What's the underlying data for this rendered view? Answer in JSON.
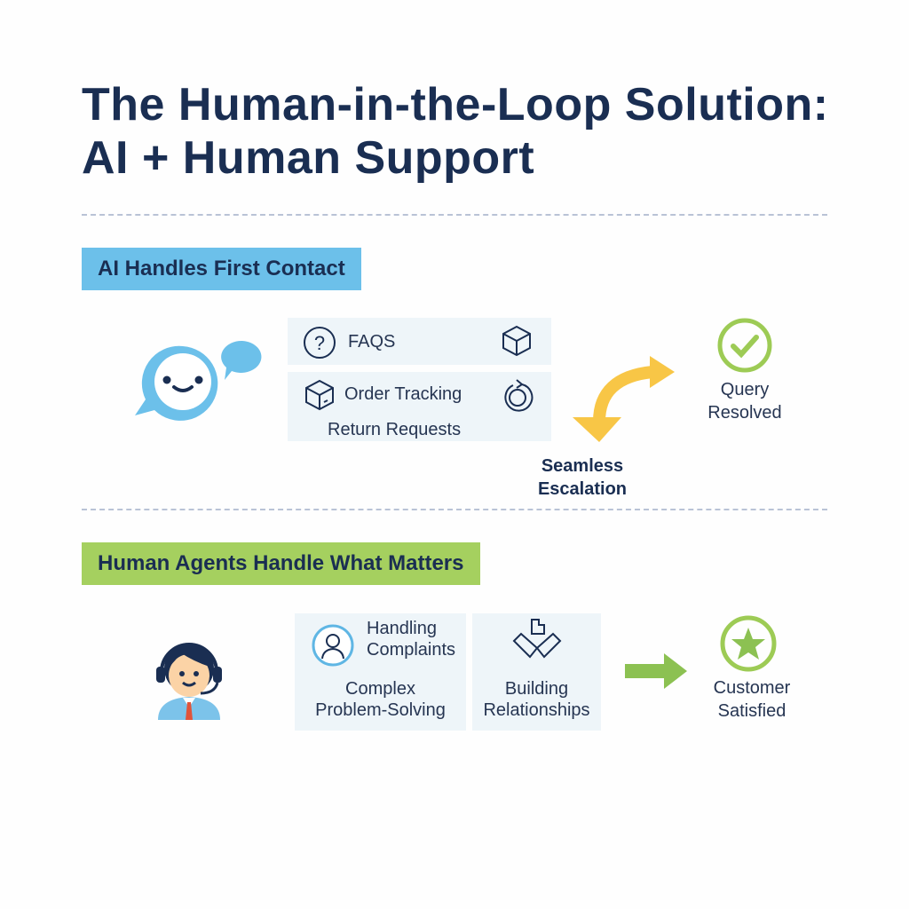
{
  "title_line1": "The Human-in-the-Loop Solution:",
  "title_line2": "AI + Human Support",
  "ai_section": {
    "label": "AI Handles First Contact",
    "items": [
      "FAQS",
      "Order Tracking",
      "Return Requests"
    ],
    "escalation_line1": "Seamless",
    "escalation_line2": "Escalation",
    "result_line1": "Query",
    "result_line2": "Resolved"
  },
  "human_section": {
    "label": "Human Agents Handle What Matters",
    "items": [
      "Handling",
      "Complaints",
      "Complex",
      "Problem-Solving",
      "Building",
      "Relationships"
    ],
    "result_line1": "Customer",
    "result_line2": "Satisfied"
  },
  "colors": {
    "navy": "#1a2e52",
    "blue": "#6cc0ea",
    "green": "#a5d05f",
    "yellow": "#f8c646"
  }
}
